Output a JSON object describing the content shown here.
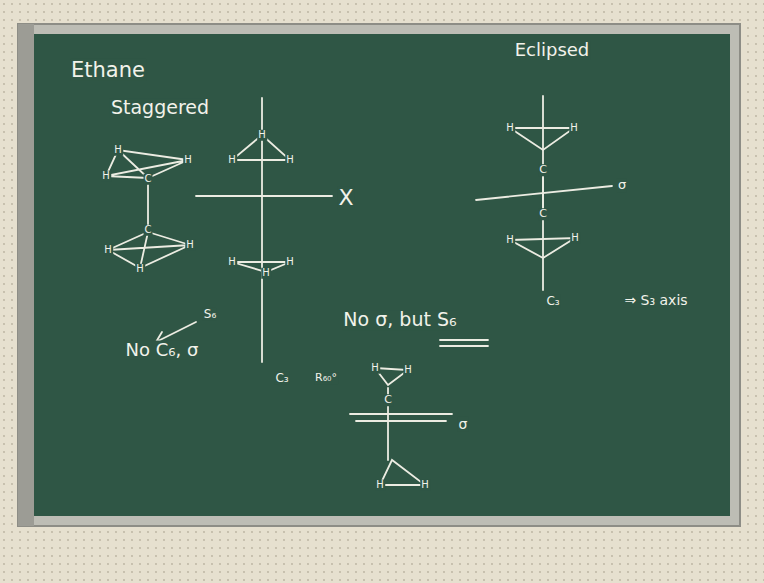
{
  "diagram": {
    "title": "Ethane",
    "labels": [
      "Staggered",
      "H",
      "H",
      "H",
      "C",
      "C",
      "H",
      "H",
      "H",
      "H",
      "H",
      "H",
      "H",
      "H",
      "H",
      "X",
      "Eclipsed",
      "H",
      "H",
      "C",
      "σ",
      "C",
      "H",
      "H",
      "C₃",
      "⇒ S₃ axis",
      "No σ, but S₆",
      "S₆",
      "No C₆, σ",
      "C₃",
      "R₆₀°",
      "H",
      "H",
      "C",
      "σ",
      "H",
      "H"
    ]
  }
}
